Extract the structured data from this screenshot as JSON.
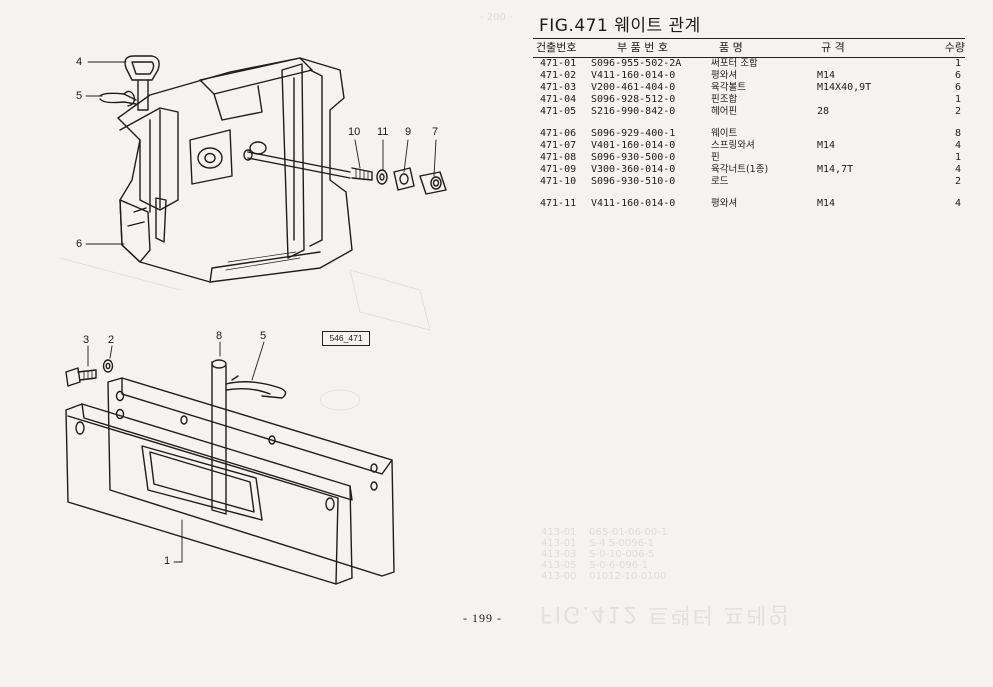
{
  "figure": {
    "code_box": "546_471",
    "callouts_top": [
      "4",
      "5",
      "6",
      "10",
      "11",
      "9",
      "7"
    ],
    "callouts_bottom": [
      "3",
      "2",
      "8",
      "5",
      "1"
    ]
  },
  "parts_list": {
    "title": "FIG.471 웨이트 관계",
    "headers": {
      "ref": "건출번호",
      "part_no": "부 품 번 호",
      "name": "품   명",
      "spec": "규    격",
      "qty": "수량"
    },
    "groups": [
      [
        {
          "ref": "471-01",
          "part_no": "S096-955-502-2A",
          "name": "써포터 조합",
          "spec": "",
          "qty": "1"
        },
        {
          "ref": "471-02",
          "part_no": "V411-160-014-0",
          "name": "평와셔",
          "spec": "M14",
          "qty": "6"
        },
        {
          "ref": "471-03",
          "part_no": "V200-461-404-0",
          "name": "육각볼트",
          "spec": "M14X40,9T",
          "qty": "6"
        },
        {
          "ref": "471-04",
          "part_no": "S096-928-512-0",
          "name": "핀조합",
          "spec": "",
          "qty": "1"
        },
        {
          "ref": "471-05",
          "part_no": "S216-990-842-0",
          "name": "헤어핀",
          "spec": "28",
          "qty": "2"
        }
      ],
      [
        {
          "ref": "471-06",
          "part_no": "S096-929-400-1",
          "name": "웨이트",
          "spec": "",
          "qty": "8"
        },
        {
          "ref": "471-07",
          "part_no": "V401-160-014-0",
          "name": "스프링와셔",
          "spec": "M14",
          "qty": "4"
        },
        {
          "ref": "471-08",
          "part_no": "S096-930-500-0",
          "name": "핀",
          "spec": "",
          "qty": "1"
        },
        {
          "ref": "471-09",
          "part_no": "V300-360-014-0",
          "name": "육각너트(1종)",
          "spec": "M14,7T",
          "qty": "4"
        },
        {
          "ref": "471-10",
          "part_no": "S096-930-510-0",
          "name": "로드",
          "spec": "",
          "qty": "2"
        }
      ],
      [
        {
          "ref": "471-11",
          "part_no": "V411-160-014-0",
          "name": "평와셔",
          "spec": "M14",
          "qty": "4"
        }
      ]
    ]
  },
  "page_number": "- 199 -"
}
